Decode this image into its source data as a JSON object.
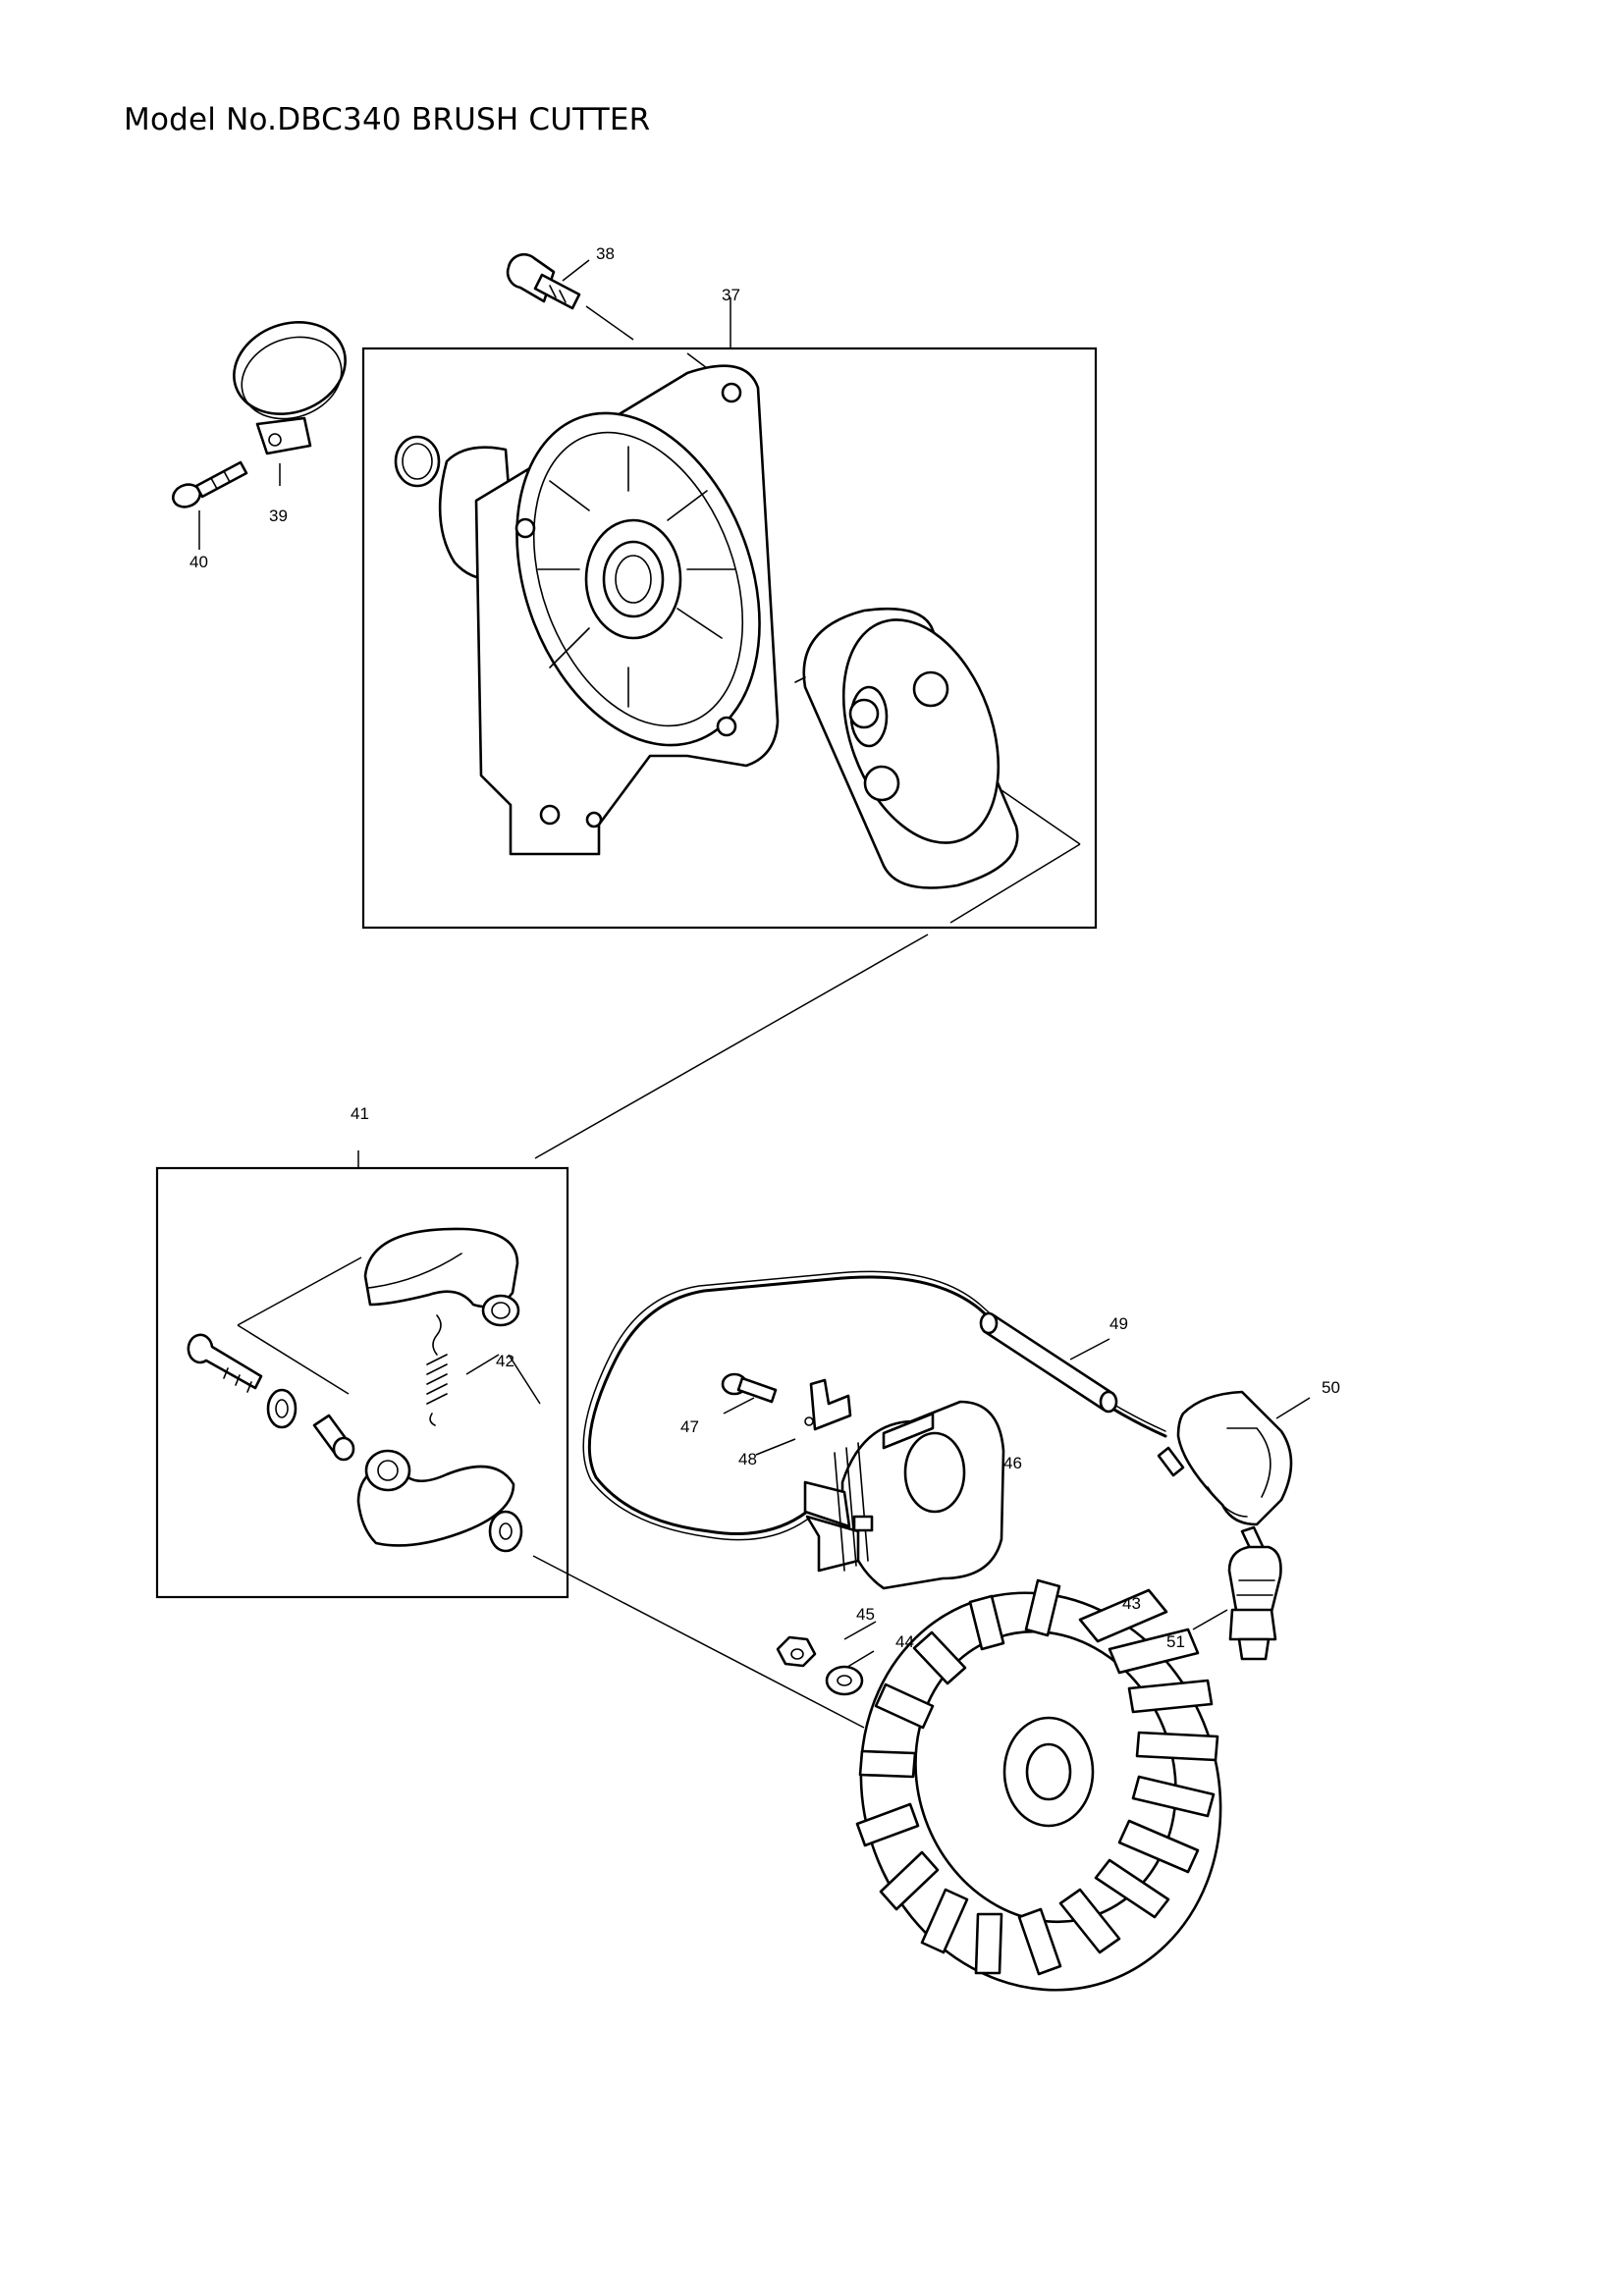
{
  "title": "Model No.DBC340 BRUSH CUTTER",
  "callouts": {
    "c37": "37",
    "c38": "38",
    "c39": "39",
    "c40": "40",
    "c41": "41",
    "c42": "42",
    "c43": "43",
    "c44": "44",
    "c45": "45",
    "c46": "46",
    "c47": "47",
    "c48": "48",
    "c49": "49",
    "c50": "50",
    "c51": "51"
  }
}
